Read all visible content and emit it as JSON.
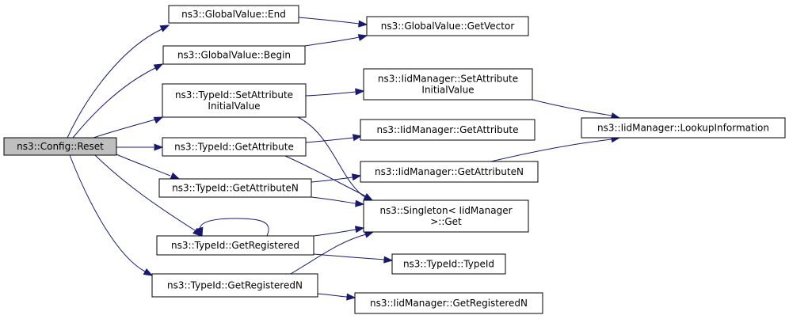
{
  "diagram": {
    "colors": {
      "edge": "#191970",
      "root_fill": "#bfbfbf",
      "node_fill": "#ffffff",
      "border": "#000000"
    },
    "nodes": {
      "reset": {
        "lines": [
          "ns3::Config::Reset"
        ],
        "root": true
      },
      "gv_end": {
        "lines": [
          "ns3::GlobalValue::End"
        ]
      },
      "gv_begin": {
        "lines": [
          "ns3::GlobalValue::Begin"
        ]
      },
      "gv_getvector": {
        "lines": [
          "ns3::GlobalValue::GetVector"
        ]
      },
      "tid_setattr": {
        "lines": [
          "ns3::TypeId::SetAttribute",
          "InitialValue"
        ]
      },
      "tid_getattr": {
        "lines": [
          "ns3::TypeId::GetAttribute"
        ]
      },
      "tid_getattrn": {
        "lines": [
          "ns3::TypeId::GetAttributeN"
        ]
      },
      "tid_getreg": {
        "lines": [
          "ns3::TypeId::GetRegistered"
        ]
      },
      "tid_getregn": {
        "lines": [
          "ns3::TypeId::GetRegisteredN"
        ]
      },
      "iid_setattr": {
        "lines": [
          "ns3::IidManager::SetAttribute",
          "InitialValue"
        ]
      },
      "iid_getattr": {
        "lines": [
          "ns3::IidManager::GetAttribute"
        ]
      },
      "iid_getattrn": {
        "lines": [
          "ns3::IidManager::GetAttributeN"
        ]
      },
      "singleton_get": {
        "lines": [
          "ns3::Singleton< IidManager",
          ">::Get"
        ]
      },
      "tid_typeid": {
        "lines": [
          "ns3::TypeId::TypeId"
        ]
      },
      "iid_getregn": {
        "lines": [
          "ns3::IidManager::GetRegisteredN"
        ]
      },
      "iid_lookup": {
        "lines": [
          "ns3::IidManager::LookupInformation"
        ]
      }
    },
    "edges": [
      {
        "from": "reset",
        "to": "gv_end"
      },
      {
        "from": "reset",
        "to": "gv_begin"
      },
      {
        "from": "reset",
        "to": "tid_setattr"
      },
      {
        "from": "reset",
        "to": "tid_getattr"
      },
      {
        "from": "reset",
        "to": "tid_getattrn"
      },
      {
        "from": "reset",
        "to": "tid_getreg"
      },
      {
        "from": "reset",
        "to": "tid_getregn"
      },
      {
        "from": "gv_end",
        "to": "gv_getvector"
      },
      {
        "from": "gv_begin",
        "to": "gv_getvector"
      },
      {
        "from": "tid_setattr",
        "to": "iid_setattr"
      },
      {
        "from": "tid_setattr",
        "to": "singleton_get"
      },
      {
        "from": "iid_setattr",
        "to": "iid_lookup"
      },
      {
        "from": "tid_getattr",
        "to": "iid_getattr"
      },
      {
        "from": "tid_getattr",
        "to": "singleton_get"
      },
      {
        "from": "tid_getattrn",
        "to": "iid_getattrn"
      },
      {
        "from": "tid_getattrn",
        "to": "singleton_get"
      },
      {
        "from": "iid_getattrn",
        "to": "iid_lookup"
      },
      {
        "from": "tid_getreg",
        "to": "tid_getreg"
      },
      {
        "from": "tid_getreg",
        "to": "singleton_get"
      },
      {
        "from": "tid_getreg",
        "to": "tid_typeid"
      },
      {
        "from": "tid_getregn",
        "to": "singleton_get"
      },
      {
        "from": "tid_getregn",
        "to": "iid_getregn"
      }
    ]
  }
}
